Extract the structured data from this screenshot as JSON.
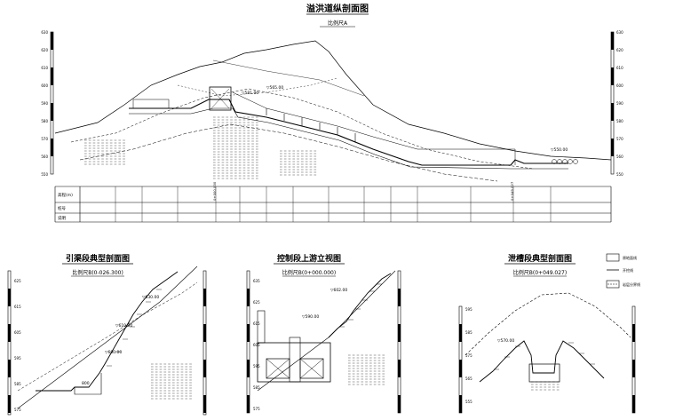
{
  "main": {
    "title": "溢洪道纵剖面图",
    "scale": "比例尺A",
    "axis_ticks": [
      "630",
      "620",
      "610",
      "600",
      "590",
      "580",
      "570",
      "560",
      "550"
    ],
    "row_labels": [
      "高程(m)",
      "桩号",
      "说明"
    ],
    "annotations": [
      "▽581.00",
      "▽565.00",
      "▽550.00"
    ],
    "chainages": [
      "0+000.000",
      "0+049.027"
    ]
  },
  "sections": [
    {
      "id": "a",
      "title": "引渠段典型剖面图",
      "scale": "比例尺B(0-026.300)",
      "axis_ticks": [
        "625",
        "615",
        "605",
        "595",
        "585",
        "575"
      ],
      "annotations": [
        "▽630.00",
        "▽610.00",
        "▽600.00"
      ],
      "width_label": "800"
    },
    {
      "id": "b",
      "title": "控制段上游立视图",
      "scale": "比例尺B(0+000.000)",
      "axis_ticks": [
        "635",
        "625",
        "615",
        "605",
        "595",
        "585",
        "575"
      ],
      "annotations": [
        "▽602.00",
        "▽590.00"
      ]
    },
    {
      "id": "c",
      "title": "泄槽段典型剖面图",
      "scale": "比例尺B(0+049.027)",
      "axis_ticks": [
        "595",
        "585",
        "575",
        "565",
        "555"
      ],
      "annotations": [
        "▽570.00"
      ]
    }
  ],
  "legend": {
    "items": [
      "原地面线",
      "开挖线",
      "岩层分界线"
    ]
  },
  "colors": {
    "ink": "#000000",
    "paper": "#ffffff"
  }
}
